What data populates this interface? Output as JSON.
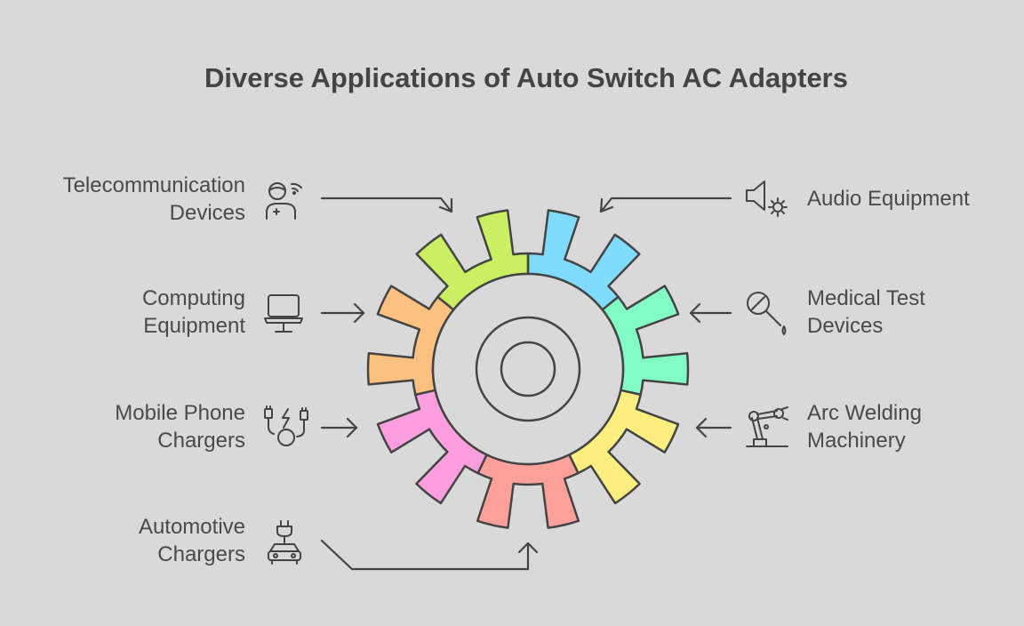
{
  "title": "Diverse Applications of Auto Switch AC Adapters",
  "colors": {
    "background": "#d9d9d9",
    "text": "#4a4a4a",
    "outline": "#444444",
    "hub": "#d9d9d9"
  },
  "items": [
    {
      "lines": [
        "Telecommunication",
        "Devices"
      ],
      "icon": "telecom-worker-icon",
      "color": "#80dcfc"
    },
    {
      "lines": [
        "Audio Equipment"
      ],
      "icon": "speaker-gear-icon",
      "color": "#80fcc4"
    },
    {
      "lines": [
        "Medical Test",
        "Devices"
      ],
      "icon": "test-tube-icon",
      "color": "#fcef80"
    },
    {
      "lines": [
        "Arc Welding",
        "Machinery"
      ],
      "icon": "robot-arm-icon",
      "color": "#fca09a"
    },
    {
      "lines": [
        "Automotive",
        "Chargers"
      ],
      "icon": "car-charger-icon",
      "color": "#fc9ee0"
    },
    {
      "lines": [
        "Mobile Phone",
        "Chargers"
      ],
      "icon": "charging-cable-icon",
      "color": "#fcc080"
    },
    {
      "lines": [
        "Computing",
        "Equipment"
      ],
      "icon": "laptop-icon",
      "color": "#c8f060"
    }
  ]
}
